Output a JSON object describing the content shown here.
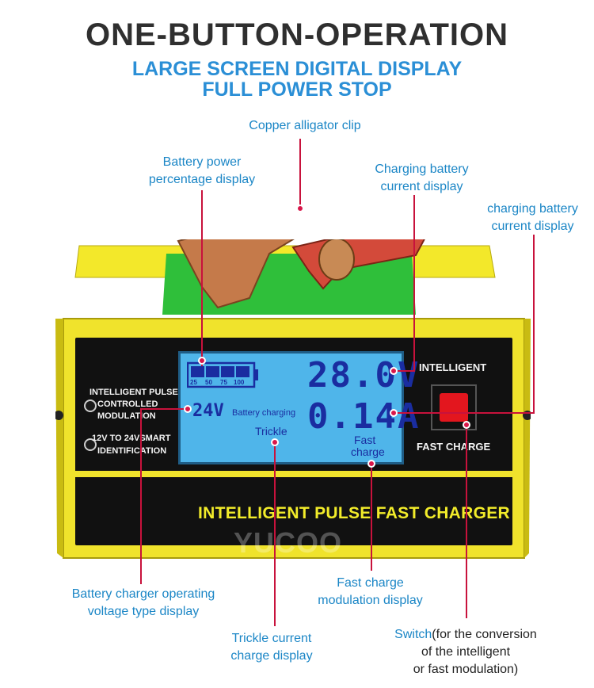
{
  "headline": {
    "line1": "ONE-BUTTON-OPERATION",
    "line2": "LARGE SCREEN DIGITAL DISPLAY",
    "line3": "FULL POWER STOP"
  },
  "callouts": {
    "copper_clip": "Copper alligator clip",
    "battery_percent_1": "Battery power",
    "battery_percent_2": "percentage display",
    "charging_current_a_1": "Charging battery",
    "charging_current_a_2": "current display",
    "charging_current_b_1": "charging battery",
    "charging_current_b_2": "current display",
    "operating_voltage_1": "Battery charger operating",
    "operating_voltage_2": "voltage type display",
    "trickle_1": "Trickle current",
    "trickle_2": "charge display",
    "fast_mod_1": "Fast charge",
    "fast_mod_2": "modulation display",
    "switch_title": "Switch",
    "switch_1": "(for the conversion",
    "switch_2": "of the intelligent",
    "switch_3": "or fast modulation)"
  },
  "panel": {
    "left_label_1": "INTELLIGENT PULSE",
    "left_label_2": "CONTROLLED",
    "left_label_3": "MODULATION",
    "left_label_4": "12V TO 24VSMART",
    "left_label_5": "IDENTIFICATION",
    "intelligent": "INTELLIGENT",
    "fast_charge": "FAST CHARGE",
    "brand_strip": "INTELLIGENT PULSE FAST CHARGER",
    "watermark": "YUCOO"
  },
  "lcd": {
    "voltage": "28.0V",
    "current": "0.14A",
    "battery_type": "24V",
    "status": "Battery charging",
    "trickle": "Trickle",
    "fast_1": "Fast",
    "fast_2": "charge",
    "percent_marks": [
      "25",
      "50",
      "75",
      "100"
    ]
  },
  "colors": {
    "body_yellow": "#efe32a",
    "panel_black": "#101010",
    "lcd_blue": "#4fb5ea",
    "segment_navy": "#1a2da0",
    "callout_blue": "#1b86c6",
    "leader_red": "#c8123c",
    "button_red": "#e3161e"
  }
}
